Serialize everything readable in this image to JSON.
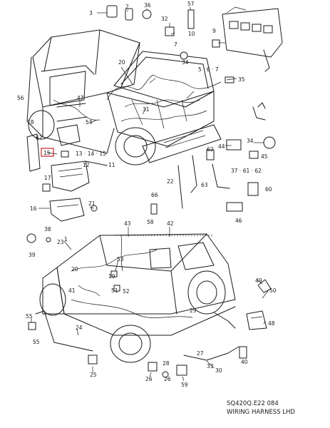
{
  "caption": {
    "code": "SQ420Q.E22  084",
    "title": "WIRING HARNESS LHD"
  },
  "highlight": {
    "label": "15",
    "color": "#d0202a"
  },
  "callouts": {
    "c3": "3",
    "c2": "2",
    "c36": "36",
    "c57": "57",
    "c32": "32",
    "c10": "10",
    "c9": "9",
    "c20a": "20",
    "c7": "7",
    "c34": "34",
    "c5_6_7": "5 · 6 · 7",
    "c35": "35",
    "c56": "56",
    "c47": "47",
    "c54": "54",
    "c31": "31",
    "c18": "18",
    "c67": "67",
    "c15": "15",
    "c13_14_15": "13 · 14 · 15",
    "c12": "12",
    "c11": "11",
    "c17": "17",
    "c34b": "34",
    "c44": "44",
    "c45": "45",
    "c62": "62",
    "c37_61_62": "37 · 61 · 62",
    "c22": "22",
    "c63": "63",
    "c60": "60",
    "c46": "46",
    "c16": "16",
    "c21": "21",
    "c66": "66",
    "c58": "58",
    "c38": "38",
    "c23": "23",
    "c43": "43",
    "c42": "42",
    "c39": "39",
    "c1": "1",
    "c53": "53",
    "c19": "19",
    "c51": "51",
    "c52": "52",
    "c49": "49",
    "c29": "29",
    "c41": "41",
    "c50": "50",
    "c48": "48",
    "c55": "55",
    "c55b": "55",
    "c24": "24",
    "c27": "27",
    "c40": "40",
    "c25": "25",
    "c26": "26",
    "c28": "28",
    "c30": "30",
    "c59": "59",
    "c33": "33",
    "c26b": "26",
    "c20b": "20"
  }
}
